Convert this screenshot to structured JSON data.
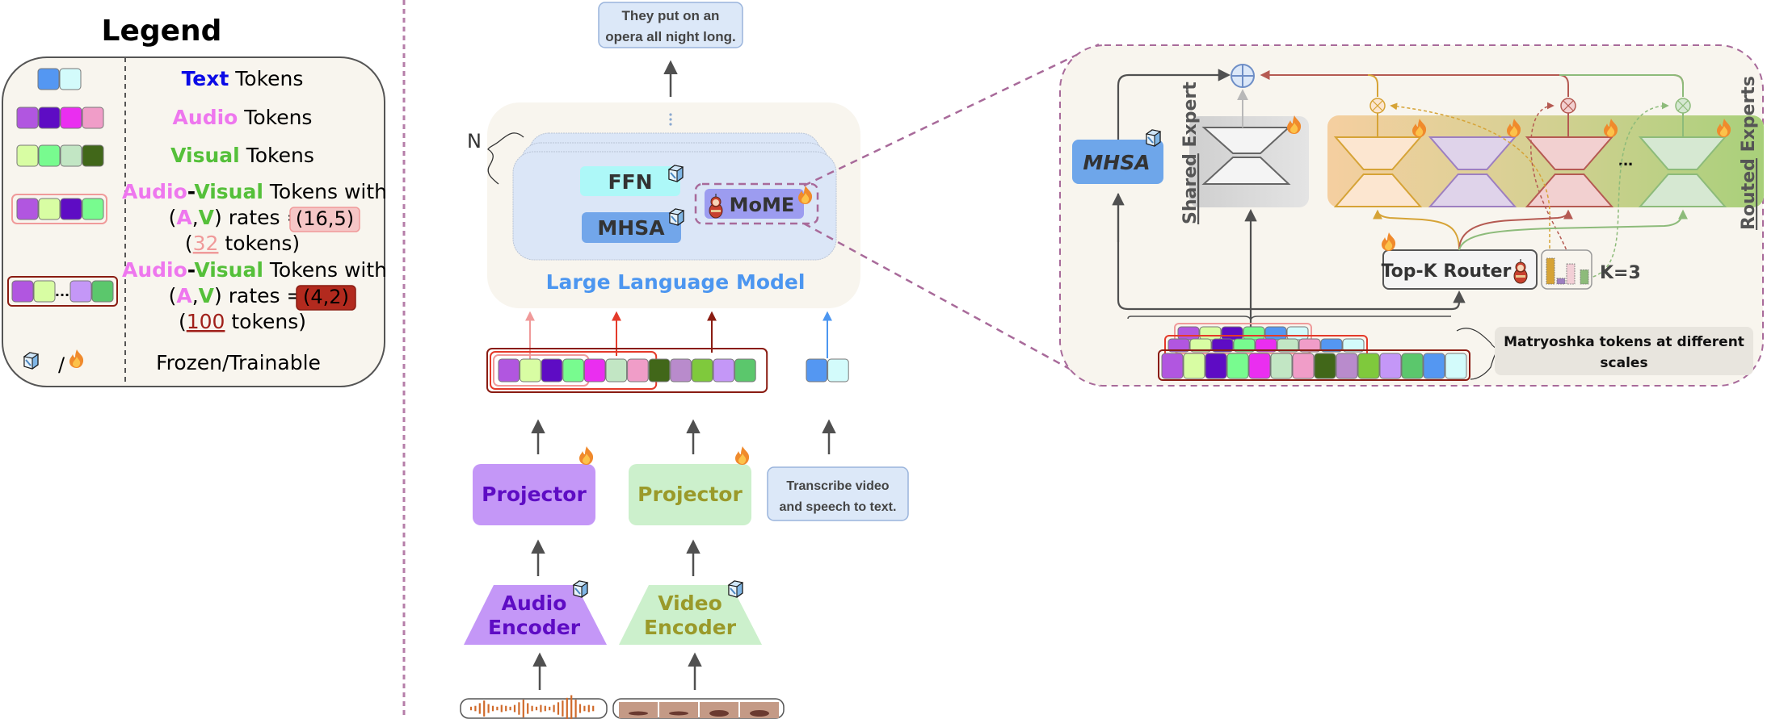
{
  "legend": {
    "title": "Legend",
    "rows": [
      {
        "parts": [
          {
            "text": "Text",
            "color": "#0a0ae6"
          },
          {
            "text": " Tokens",
            "color": "#000000"
          }
        ],
        "swatches": [
          "#5497f2",
          "#d3fbfb"
        ],
        "frame": null
      },
      {
        "parts": [
          {
            "text": "Audio",
            "color": "#ee77ee"
          },
          {
            "text": " Tokens",
            "color": "#000000"
          }
        ],
        "swatches": [
          "#b156e0",
          "#5e0cc4",
          "#ea2ef0",
          "#f09dc8"
        ],
        "frame": null
      },
      {
        "parts": [
          {
            "text": "Visual",
            "color": "#55c03a"
          },
          {
            "text": " Tokens",
            "color": "#000000"
          }
        ],
        "swatches": [
          "#d8fda3",
          "#78fb8f",
          "#c2e6c4",
          "#416719"
        ],
        "frame": null
      }
    ],
    "av_rows": [
      {
        "line1": [
          {
            "text": "Audio",
            "color": "#ee77ee"
          },
          {
            "text": "-",
            "color": "#000000"
          },
          {
            "text": "Visual",
            "color": "#55c03a"
          },
          {
            "text": " Tokens with",
            "color": "#000000"
          }
        ],
        "line2_prefix": "(",
        "a": "A",
        "comma": ",",
        "v": "V",
        "line2_mid": ") rates = ",
        "rate": "(16,5)",
        "rate_bg": "#f5c6c6",
        "rate_border": "#f09a9a",
        "rate_color": "#000000",
        "count_prefix": "(",
        "count": "32",
        "count_color": "#f09a9a",
        "count_suffix": " tokens)",
        "swatches": [
          "#b156e0",
          "#d8fda3",
          "#5e0cc4",
          "#78fb8f"
        ],
        "frame": "#f09a9a"
      },
      {
        "line1": [
          {
            "text": "Audio",
            "color": "#ee77ee"
          },
          {
            "text": "-",
            "color": "#000000"
          },
          {
            "text": "Visual",
            "color": "#55c03a"
          },
          {
            "text": " Tokens with",
            "color": "#000000"
          }
        ],
        "line2_prefix": "(",
        "a": "A",
        "comma": ",",
        "v": "V",
        "line2_mid": ") rates = ",
        "rate": "(4,2)",
        "rate_bg": "#b22a1e",
        "rate_border": "#8a1c12",
        "rate_color": "#000000",
        "count_prefix": "(",
        "count": "100",
        "count_color": "#a0201a",
        "count_suffix": " tokens)",
        "swatches": [
          "#b156e0",
          "#d8fda3",
          "#c497f7",
          "#5bc76c"
        ],
        "ellipsis": "...",
        "frame": "#8a1c12"
      }
    ],
    "frozen_trainable": {
      "separator": "/",
      "label": "Frozen/Trainable",
      "icons": [
        "ice-cube-icon",
        "fire-icon"
      ]
    }
  },
  "pipeline": {
    "output_text": [
      "They put on an",
      "opera all night long."
    ],
    "llm": {
      "label": "Large Language Model",
      "repeat_label": "N",
      "ffn": "FFN",
      "mhsa": "MHSA",
      "mome": "MoME"
    },
    "token_sequence": [
      "#b156e0",
      "#d8fda3",
      "#5e0cc4",
      "#78fb8f",
      "#ea2ef0",
      "#c2e6c4",
      "#f09dc8",
      "#416719",
      "#b98bcc",
      "#7fc93c",
      "#c497f7",
      "#5bc76c"
    ],
    "text_tokens": [
      "#5497f2",
      "#d3fbfb"
    ],
    "scale_frames": [
      {
        "name": "scale-small",
        "color": "#f09a9a",
        "count": 4
      },
      {
        "name": "scale-medium",
        "color": "#e43a2a",
        "count": 7
      },
      {
        "name": "scale-large",
        "color": "#8a1c12",
        "count": 12
      }
    ],
    "audio_projector": "Projector",
    "video_projector": "Projector",
    "audio_encoder": [
      "Audio",
      "Encoder"
    ],
    "video_encoder": [
      "Video",
      "Encoder"
    ],
    "prompt_text": [
      "Transcribe video",
      "and speech to text."
    ]
  },
  "mome_detail": {
    "mhsa": "MHSA",
    "shared_expert_label": [
      "Shared",
      " Expert"
    ],
    "routed_experts_label": [
      "Routed",
      " Experts"
    ],
    "router_label": "Top-K Router",
    "k_label": "K=3",
    "ellipsis": "...",
    "caption": [
      "Matryoshka tokens at different",
      "scales"
    ],
    "experts": [
      {
        "fill": "#fce6d0",
        "stroke": "#d6a336"
      },
      {
        "fill": "#dfd3ea",
        "stroke": "#9d7fc0"
      },
      {
        "fill": "#f2d0d0",
        "stroke": "#b55a52"
      },
      {
        "fill": "#d6e8d2",
        "stroke": "#8dbb7a"
      }
    ],
    "router_scores": [
      {
        "color": "#d6a336",
        "value": 1.0
      },
      {
        "color": "#9d7fc0",
        "value": 0.22
      },
      {
        "color": "#f2cfd6",
        "value": 0.78
      },
      {
        "color": "#8dbb7a",
        "value": 0.55
      }
    ],
    "stack_rows": [
      [
        "#b156e0",
        "#d8fda3",
        "#5e0cc4",
        "#78fb8f",
        "#5497f2",
        "#d3fbfb"
      ],
      [
        "#b156e0",
        "#d8fda3",
        "#5e0cc4",
        "#78fb8f",
        "#ea2ef0",
        "#c2e6c4",
        "#f09dc8",
        "#5497f2",
        "#d3fbfb"
      ],
      [
        "#b156e0",
        "#d8fda3",
        "#5e0cc4",
        "#78fb8f",
        "#ea2ef0",
        "#c2e6c4",
        "#f09dc8",
        "#416719",
        "#b98bcc",
        "#7fc93c",
        "#c497f7",
        "#5bc76c",
        "#5497f2",
        "#d3fbfb"
      ]
    ],
    "stack_frames": [
      "#f09a9a",
      "#e43a2a",
      "#8a1c12"
    ]
  },
  "colors": {
    "panel_bg": "#f8f5ee",
    "divider": "#b67ea9",
    "llm_label": "#4c96f0",
    "arrow": "#505050"
  }
}
